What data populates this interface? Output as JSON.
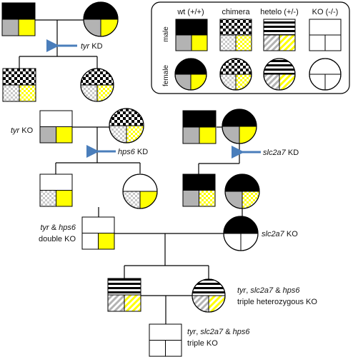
{
  "legend": {
    "columns": [
      "wt (+/+)",
      "chimera",
      "hetelo (+/-)",
      "KO (-/-)"
    ],
    "rows": [
      "male",
      "female"
    ]
  },
  "kd_labels": {
    "tyr": {
      "gene": "tyr",
      "suffix": " KD"
    },
    "hps6": {
      "gene": "hps6",
      "suffix": " KD"
    },
    "slc2a7": {
      "gene": "slc2a7",
      "suffix": " KD"
    }
  },
  "labels": {
    "tyr_ko": {
      "gene": "tyr",
      "suffix": " KO"
    },
    "slc2a7_ko": {
      "gene": "slc2a7",
      "suffix": " KO"
    },
    "double_ko_line1": {
      "gene": "tyr",
      "mid": " & ",
      "gene2": "hps6"
    },
    "double_ko_line2": "double KO",
    "triple_het_line1": {
      "gene": "tyr",
      "sep": ", ",
      "gene2": "slc2a7",
      "mid": " & ",
      "gene3": "hps6"
    },
    "triple_het_line2": "triple heterozygous KO",
    "triple_ko_line1": {
      "gene": "tyr",
      "sep": ", ",
      "gene2": "slc2a7",
      "mid": " & ",
      "gene3": "hps6"
    },
    "triple_ko_line2": "triple KO"
  },
  "colors": {
    "black": "#000000",
    "gray": "#b3b3b3",
    "yellow": "#ffff00",
    "white": "#ffffff",
    "arrow": "#4a7ebb",
    "stroke": "#000000"
  }
}
